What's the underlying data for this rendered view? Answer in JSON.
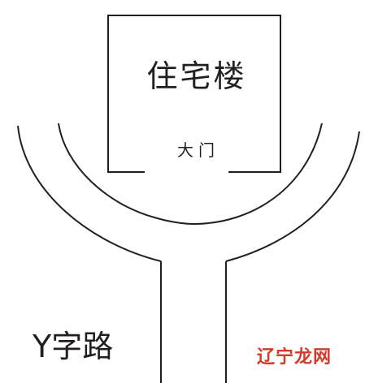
{
  "labels": {
    "building": "住宅楼",
    "door": "大门",
    "road": "Y字路"
  },
  "watermark": {
    "text": "辽宁龙网",
    "color": "#d53a2b"
  },
  "colors": {
    "line": "#231f20",
    "background": "#ffffff"
  }
}
